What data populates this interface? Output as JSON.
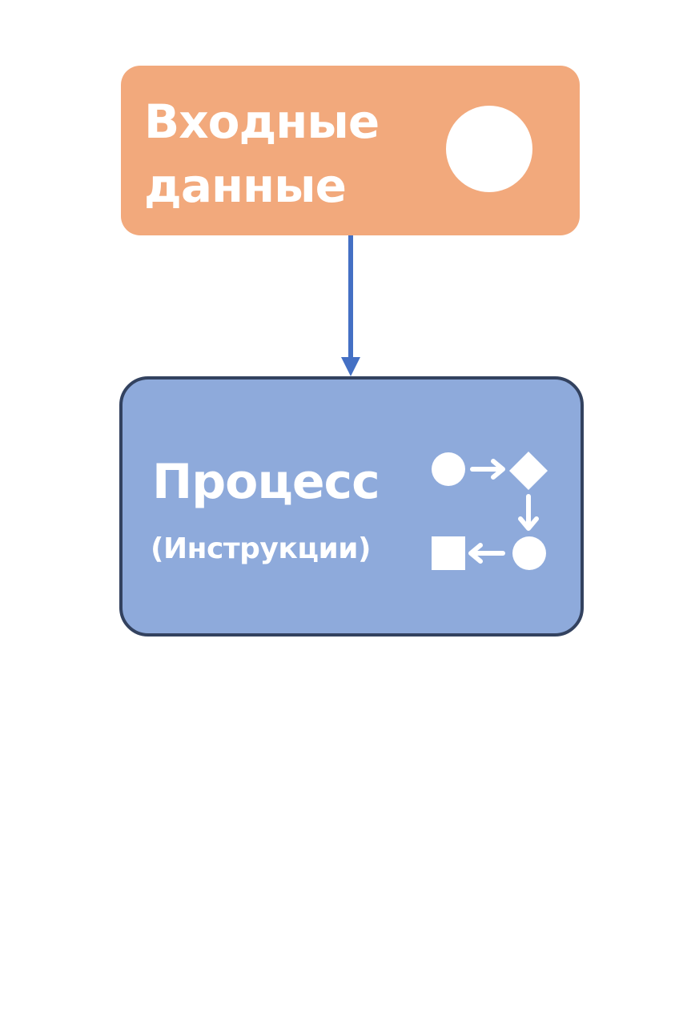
{
  "input_node": {
    "label": "Входные данные",
    "icon": "circle-icon",
    "color": "#f2a97c"
  },
  "connector": {
    "direction": "down",
    "color": "#4470c4"
  },
  "process_node": {
    "title": "Процесс",
    "subtitle": "(Инструкции)",
    "icon": "flow-cycle-icon",
    "color": "#8eaadb",
    "border_color": "#33425f"
  }
}
